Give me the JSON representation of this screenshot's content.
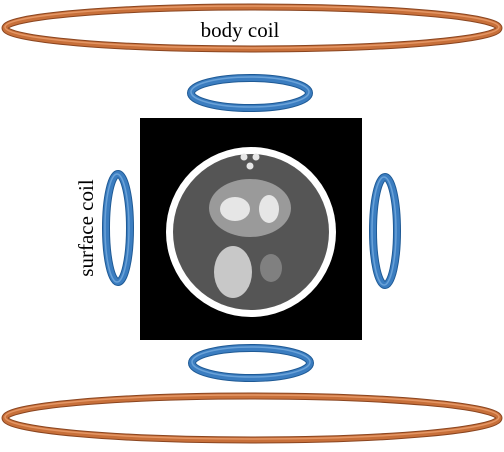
{
  "labels": {
    "body_coil": "body coil",
    "surface_coil": "surface coil"
  },
  "colors": {
    "body_coil": "#C8703A",
    "body_coil_highlight": "#EBA070",
    "surface_coil": "#3B7DC0",
    "surface_coil_highlight": "#7FB2E3",
    "image_background": "#000000",
    "phantom_outer_ring": "#FFFFFF",
    "phantom_interior": "#555555",
    "phantom_bright_region": "#9A9A9A",
    "phantom_spots": "#E6E6E6",
    "phantom_gray_spot": "#808080"
  },
  "icons": {
    "body_coil": "orange-ring",
    "surface_coil": "blue-ring",
    "image": "mri-phantom"
  }
}
